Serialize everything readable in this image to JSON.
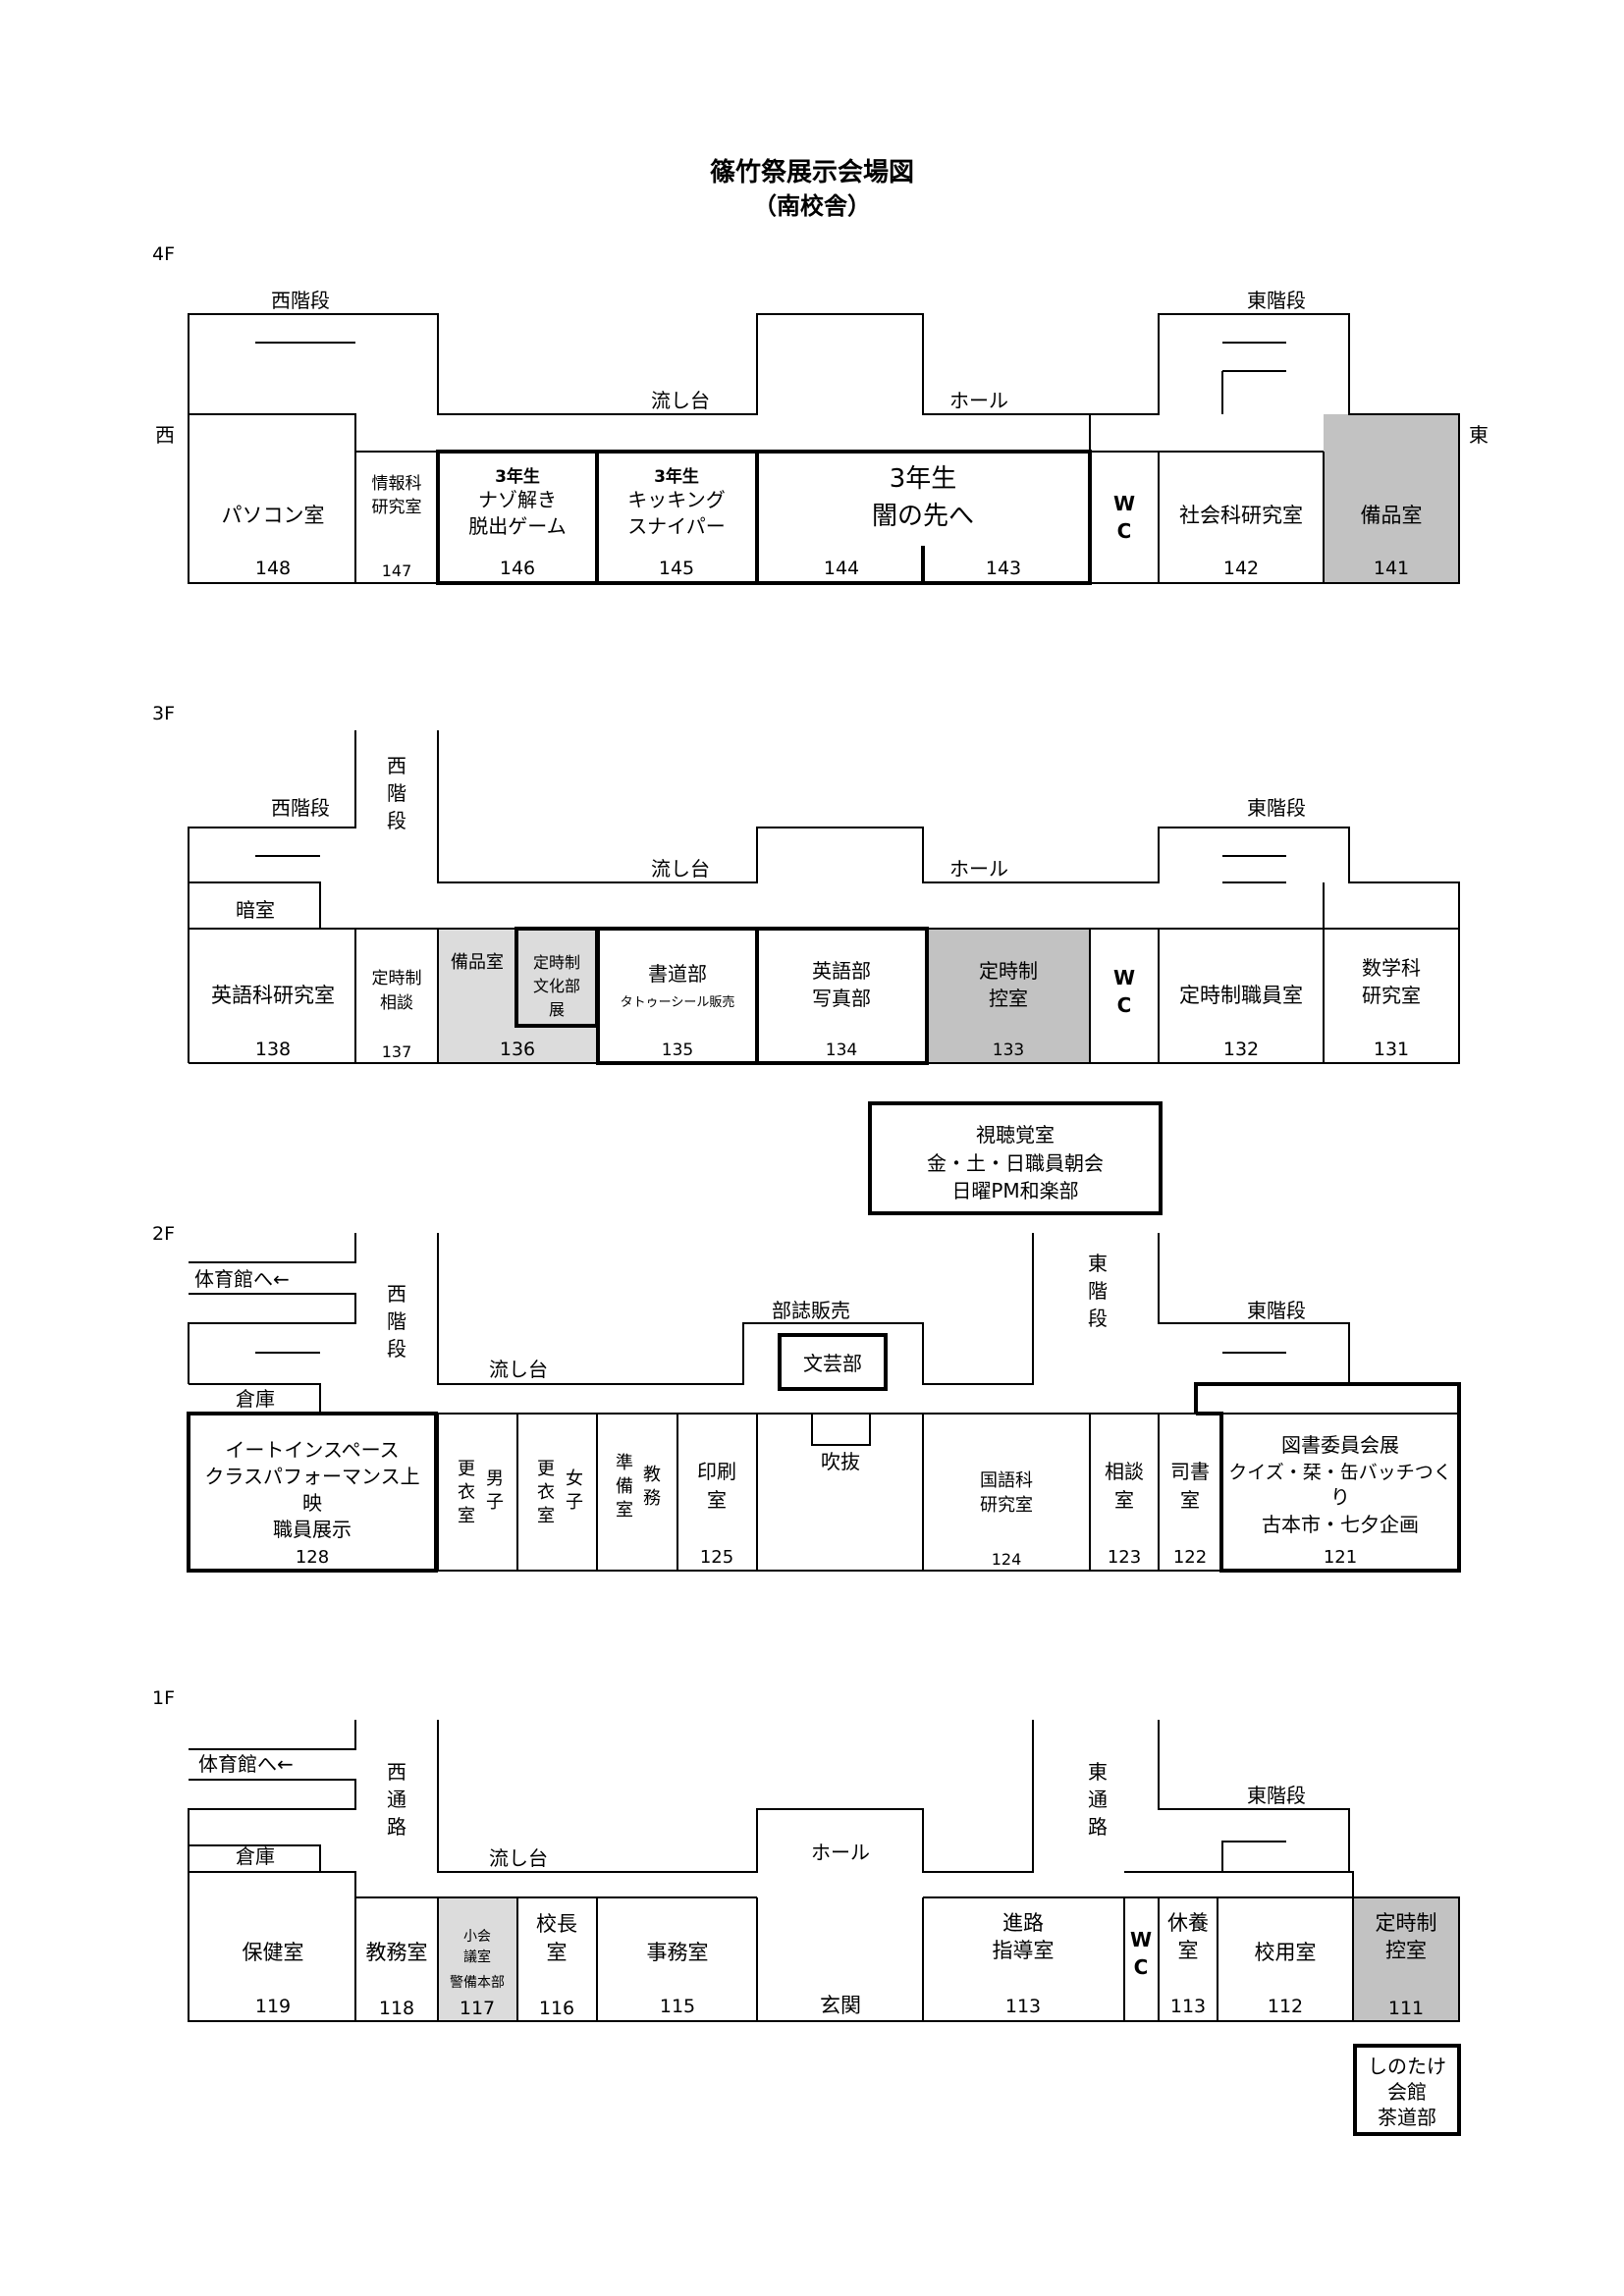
{
  "title": "篠竹祭展示会場図",
  "subtitle": "（南校舎）",
  "colors": {
    "gray": "#c2c2c2",
    "light_gray": "#dcdcdc"
  },
  "floor4": {
    "label": "4F",
    "west": "西",
    "east": "東",
    "west_stairs": "西階段",
    "east_stairs": "東階段",
    "sink": "流し台",
    "hall": "ホール",
    "r148": {
      "name": "パソコン室",
      "num": "148"
    },
    "r147": {
      "name1": "情報科",
      "name2": "研究室",
      "num": "147"
    },
    "r146": {
      "l1": "3年生",
      "l2": "ナゾ解き",
      "l3": "脱出ゲーム",
      "num": "146"
    },
    "r145": {
      "l1": "3年生",
      "l2": "キッキング",
      "l3": "スナイパー",
      "num": "145"
    },
    "r144_143": {
      "l1": "3年生",
      "l2": "闇の先へ",
      "num144": "144",
      "num143": "143"
    },
    "wc": {
      "w": "W",
      "c": "C"
    },
    "r142": {
      "name": "社会科研究室",
      "num": "142"
    },
    "r141": {
      "name": "備品室",
      "num": "141"
    }
  },
  "floor3": {
    "label": "3F",
    "west_stairs": "西階段",
    "west_stairs_v": [
      "西",
      "階",
      "段"
    ],
    "east_stairs": "東階段",
    "sink": "流し台",
    "hall": "ホール",
    "darkroom": "暗室",
    "r138": {
      "name": "英語科研究室",
      "num": "138"
    },
    "r137": {
      "l1": "定時制",
      "l2": "相談",
      "num": "137"
    },
    "r136": {
      "storage": "備品室",
      "ex1": "定時制",
      "ex2": "文化部",
      "ex3": "展",
      "num": "136"
    },
    "r135": {
      "l1": "書道部",
      "l2": "タトゥーシール販売",
      "num": "135"
    },
    "r134": {
      "l1": "英語部",
      "l2": "写真部",
      "num": "134"
    },
    "r133": {
      "l1": "定時制",
      "l2": "控室",
      "num": "133"
    },
    "wc": {
      "w": "W",
      "c": "C"
    },
    "r132": {
      "name": "定時制職員室",
      "num": "132"
    },
    "r131": {
      "l1": "数学科",
      "l2": "研究室",
      "num": "131"
    }
  },
  "av_room": {
    "l1": "視聴覚室",
    "l2": "金・土・日職員朝会",
    "l3": "日曜PM和楽部"
  },
  "floor2": {
    "label": "2F",
    "gym": "体育館へ←",
    "west_stairs_v": [
      "西",
      "階",
      "段"
    ],
    "east_stairs_v": [
      "東",
      "階",
      "段"
    ],
    "east_stairs": "東階段",
    "sink": "流し台",
    "magazine": "部誌販売",
    "literary": "文芸部",
    "storage": "倉庫",
    "r128": {
      "l1": "イートインスペース",
      "l2": "クラスパフォーマンス上",
      "l3": "映",
      "l4": "職員展示",
      "num": "128"
    },
    "boys": {
      "a": [
        "更",
        "衣",
        "室"
      ],
      "b": [
        "男",
        "子"
      ]
    },
    "girls": {
      "a": [
        "更",
        "衣",
        "室"
      ],
      "b": [
        "女",
        "子"
      ]
    },
    "prep": {
      "a": [
        "準",
        "備",
        "室"
      ],
      "b": [
        "教",
        "務"
      ]
    },
    "r125": {
      "l1": "印刷",
      "l2": "室",
      "num": "125"
    },
    "atrium": "吹抜",
    "r124": {
      "l1": "国語科",
      "l2": "研究室",
      "num": "124"
    },
    "r123": {
      "l1": "相談",
      "l2": "室",
      "num": "123"
    },
    "r122": {
      "l1": "司書",
      "l2": "室",
      "num": "122"
    },
    "r121": {
      "l1": "図書委員会展",
      "l2": "クイズ・栞・缶バッチつく",
      "l3": "り",
      "l4": "古本市・七夕企画",
      "num": "121"
    }
  },
  "floor1": {
    "label": "1F",
    "gym": "体育館へ←",
    "west_passage_v": [
      "西",
      "通",
      "路"
    ],
    "east_passage_v": [
      "東",
      "通",
      "路"
    ],
    "east_stairs": "東階段",
    "sink": "流し台",
    "hall": "ホール",
    "storage": "倉庫",
    "r119": {
      "name": "保健室",
      "num": "119"
    },
    "r118": {
      "name": "教務室",
      "num": "118"
    },
    "r117": {
      "l1": "小会",
      "l2": "議室",
      "l3": "警備本部",
      "num": "117"
    },
    "r116": {
      "l1": "校長",
      "l2": "室",
      "num": "116"
    },
    "r115": {
      "name": "事務室",
      "num": "115"
    },
    "entrance": "玄関",
    "r113a": {
      "l1": "進路",
      "l2": "指導室",
      "num": "113"
    },
    "wc": {
      "w": "W",
      "c": "C"
    },
    "r113b": {
      "l1": "休養",
      "l2": "室",
      "num": "113"
    },
    "r112": {
      "name": "校用室",
      "num": "112"
    },
    "r111": {
      "l1": "定時制",
      "l2": "控室",
      "num": "111"
    }
  },
  "shinotake": {
    "l1": "しのたけ",
    "l2": "会館",
    "l3": "茶道部"
  }
}
